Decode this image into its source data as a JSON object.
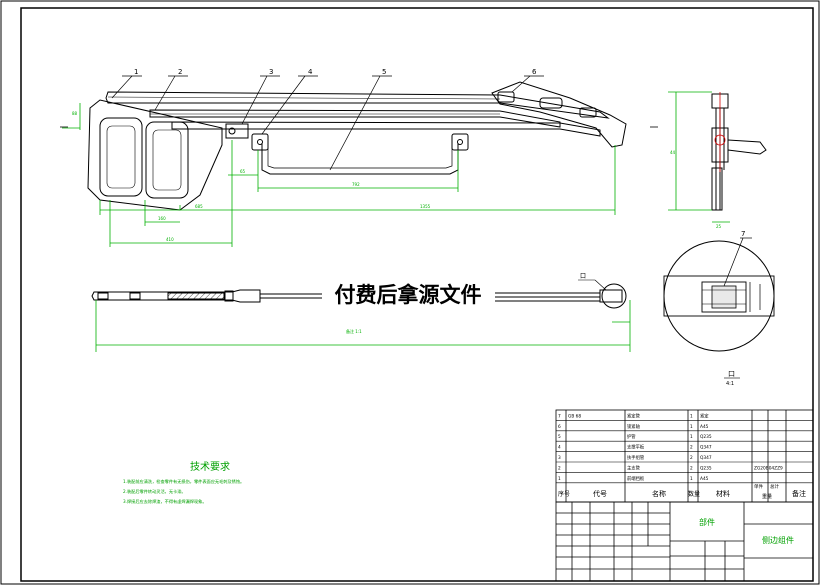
{
  "banner": "付费后拿源文件",
  "balloons": [
    "1",
    "2",
    "3",
    "4",
    "5",
    "6"
  ],
  "detail": {
    "balloon": "7",
    "marker": "口",
    "label": "口",
    "scale": "4:1"
  },
  "tech": {
    "title": "技术要求",
    "lines": [
      "1.装配前应清洗，检查零件有无损伤，零件表面应无毛刺及锈蚀。",
      "2.装配后零件转动灵活，无卡滞。",
      "3.焊接后应去除焊渣，不得有虚焊漏焊现象。"
    ]
  },
  "side_dims": [
    "44",
    "25"
  ],
  "part_notes": [
    "备注 1:1"
  ],
  "bom": {
    "rows": [
      {
        "seq": "7",
        "code": "GB 68",
        "name": "紧定管",
        "qty": "1",
        "mat": "紧定",
        "note": ""
      },
      {
        "seq": "6",
        "code": "",
        "name": "锁紧轴",
        "qty": "1",
        "mat": "A45",
        "note": ""
      },
      {
        "seq": "5",
        "code": "",
        "name": "护管",
        "qty": "1",
        "mat": "Q235",
        "note": ""
      },
      {
        "seq": "4",
        "code": "",
        "name": "支撑平板",
        "qty": "2",
        "mat": "Q347",
        "note": ""
      },
      {
        "seq": "3",
        "code": "",
        "name": "扶手组管",
        "qty": "2",
        "mat": "Q347",
        "note": ""
      },
      {
        "seq": "2",
        "code": "",
        "name": "主支管",
        "qty": "2",
        "mat": "Q235",
        "note": "ZG20B04ZZ9"
      },
      {
        "seq": "1",
        "code": "",
        "name": "前端挡板",
        "qty": "1",
        "mat": "A45",
        "note": ""
      }
    ],
    "header": {
      "seq": "序号",
      "code": "代号",
      "name": "名称",
      "qty": "数量",
      "mat": "材料",
      "wt1": "单件",
      "wt2": "总计",
      "wt_label": "重量",
      "note": "备注"
    }
  },
  "title_block": {
    "part": "部件",
    "title": "侧边组件"
  }
}
